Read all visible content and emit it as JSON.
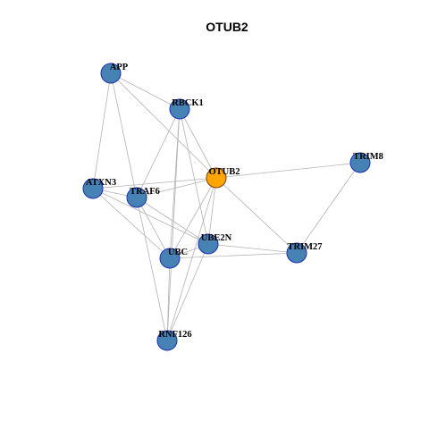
{
  "title": "OTUB2",
  "node_style": {
    "default_fill": "#4682B4",
    "default_stroke": "#1C2FB0",
    "highlight_fill": "#FFA500",
    "highlight_stroke": "#7A3B00",
    "edge_color": "#B3B3B3"
  },
  "nodes": [
    {
      "id": "APP",
      "label": "APP",
      "highlight": false
    },
    {
      "id": "RBCK1",
      "label": "RBCK1",
      "highlight": false
    },
    {
      "id": "OTUB2",
      "label": "OTUB2",
      "highlight": true
    },
    {
      "id": "TRIM8",
      "label": "TRIM8",
      "highlight": false
    },
    {
      "id": "ATXN3",
      "label": "ATXN3",
      "highlight": false
    },
    {
      "id": "TRAF6",
      "label": "TRAF6",
      "highlight": false
    },
    {
      "id": "UBE2N",
      "label": "UBE2N",
      "highlight": false
    },
    {
      "id": "UBC",
      "label": "UBC",
      "highlight": false
    },
    {
      "id": "TRIM27",
      "label": "TRIM27",
      "highlight": false
    },
    {
      "id": "RNF126",
      "label": "RNF126",
      "highlight": false
    }
  ],
  "edges": [
    [
      "APP",
      "RBCK1"
    ],
    [
      "APP",
      "OTUB2"
    ],
    [
      "APP",
      "ATXN3"
    ],
    [
      "APP",
      "TRAF6"
    ],
    [
      "RBCK1",
      "OTUB2"
    ],
    [
      "RBCK1",
      "TRAF6"
    ],
    [
      "RBCK1",
      "UBE2N"
    ],
    [
      "RBCK1",
      "UBC"
    ],
    [
      "RBCK1",
      "RNF126"
    ],
    [
      "OTUB2",
      "TRIM8"
    ],
    [
      "OTUB2",
      "ATXN3"
    ],
    [
      "OTUB2",
      "TRAF6"
    ],
    [
      "OTUB2",
      "UBE2N"
    ],
    [
      "OTUB2",
      "UBC"
    ],
    [
      "OTUB2",
      "TRIM27"
    ],
    [
      "OTUB2",
      "RNF126"
    ],
    [
      "TRIM8",
      "TRIM27"
    ],
    [
      "ATXN3",
      "TRAF6"
    ],
    [
      "ATXN3",
      "UBE2N"
    ],
    [
      "ATXN3",
      "UBC"
    ],
    [
      "TRAF6",
      "UBE2N"
    ],
    [
      "TRAF6",
      "UBC"
    ],
    [
      "TRAF6",
      "RNF126"
    ],
    [
      "UBE2N",
      "UBC"
    ],
    [
      "UBE2N",
      "TRIM27"
    ],
    [
      "UBE2N",
      "RNF126"
    ],
    [
      "UBC",
      "TRIM27"
    ],
    [
      "UBC",
      "RNF126"
    ]
  ]
}
